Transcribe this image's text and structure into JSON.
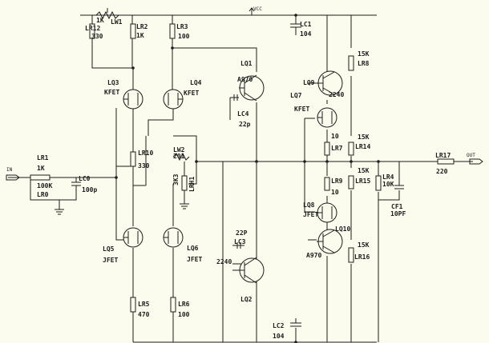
{
  "power": {
    "vcc": "VCC"
  },
  "ports": {
    "input": "IN",
    "output": "OUT"
  },
  "resistors": {
    "LR1": {
      "ref": "LR1",
      "value": "1K"
    },
    "LR0": {
      "ref": "LR0",
      "value": "100K"
    },
    "LR12": {
      "ref": "LR12",
      "value": "330"
    },
    "LR2": {
      "ref": "LR2",
      "value": "1K"
    },
    "LR3": {
      "ref": "LR3",
      "value": "100"
    },
    "LR10": {
      "ref": "LR10",
      "value": "330"
    },
    "LRH1": {
      "ref": "LRH1",
      "value": "3K3"
    },
    "LR5": {
      "ref": "LR5",
      "value": "470"
    },
    "LR6": {
      "ref": "LR6",
      "value": "100"
    },
    "LR8": {
      "ref": "LR8",
      "value": "15K"
    },
    "LR7": {
      "ref": "LR7",
      "value": "10"
    },
    "LR14": {
      "ref": "LR14",
      "value": "15K"
    },
    "LR9": {
      "ref": "LR9",
      "value": "10"
    },
    "LR15": {
      "ref": "LR15",
      "value": "15K"
    },
    "LR16": {
      "ref": "LR16",
      "value": "15K"
    },
    "LR4": {
      "ref": "LR4",
      "value": "10K"
    },
    "LR17": {
      "ref": "LR17",
      "value": "220"
    }
  },
  "pots": {
    "LW1": {
      "ref": "LW1",
      "value": "1K"
    },
    "LW2": {
      "ref": "LW2",
      "value": "201"
    }
  },
  "capacitors": {
    "LC0": {
      "ref": "LC0",
      "value": "100p"
    },
    "LC1": {
      "ref": "LC1",
      "value": "104"
    },
    "LC2": {
      "ref": "LC2",
      "value": "104"
    },
    "LC3": {
      "ref": "LC3",
      "value": "22P"
    },
    "LC4": {
      "ref": "LC4",
      "value": "22p"
    },
    "CF1": {
      "ref": "CF1",
      "value": "10PF"
    }
  },
  "transistors": {
    "LQ1": {
      "ref": "LQ1",
      "type": "A970"
    },
    "LQ2": {
      "ref": "LQ2",
      "type": "2240"
    },
    "LQ3": {
      "ref": "LQ3",
      "type": "KFET"
    },
    "LQ4": {
      "ref": "LQ4",
      "type": "KFET"
    },
    "LQ5": {
      "ref": "LQ5",
      "type": "JFET"
    },
    "LQ6": {
      "ref": "LQ6",
      "type": "JFET"
    },
    "LQ7": {
      "ref": "LQ7",
      "type": "KFET"
    },
    "LQ8": {
      "ref": "LQ8",
      "type": "JFET"
    },
    "LQ9": {
      "ref": "LQ9",
      "type": "2240"
    },
    "LQ10": {
      "ref": "LQ10",
      "type": "A970"
    }
  }
}
